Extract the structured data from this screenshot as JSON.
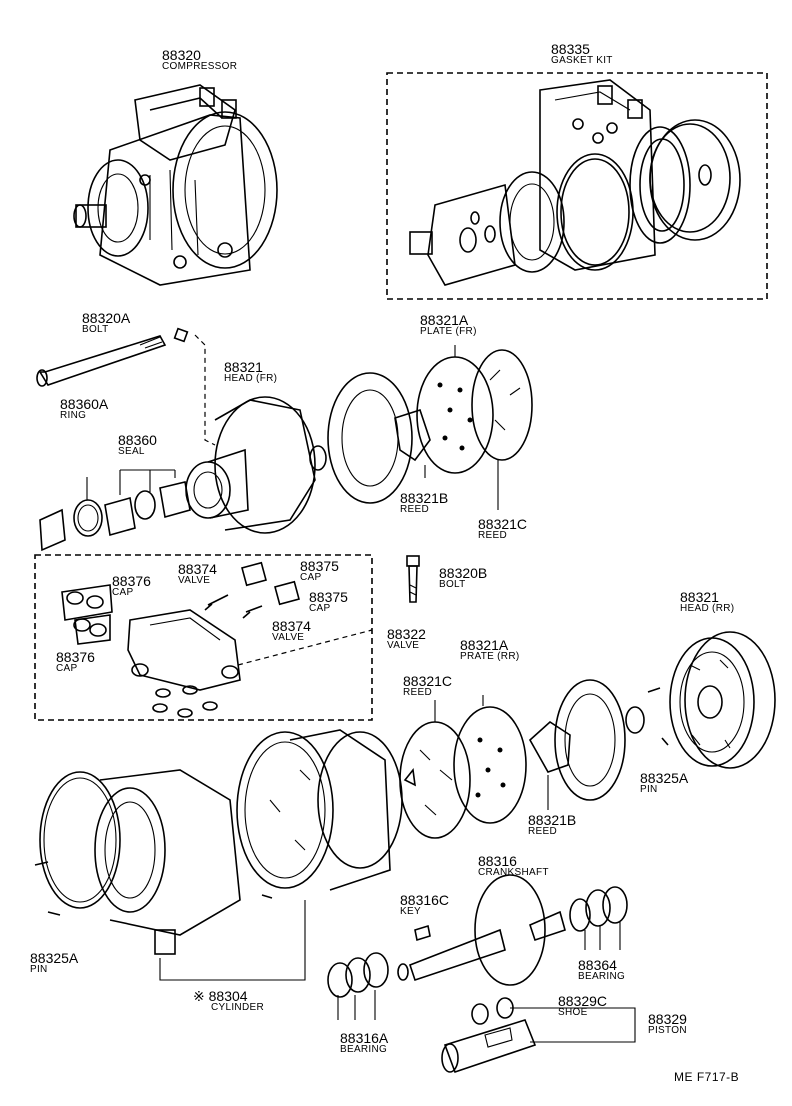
{
  "parts": [
    {
      "id": "p88320",
      "number": "88320",
      "name": "COMPRESSOR"
    },
    {
      "id": "p88335",
      "number": "88335",
      "name": "GASKET KIT"
    },
    {
      "id": "p88320a",
      "number": "88320A",
      "name": "BOLT"
    },
    {
      "id": "p88321a_fr",
      "number": "88321A",
      "name": "PLATE (FR)"
    },
    {
      "id": "p88321_fr",
      "number": "88321",
      "name": "HEAD (FR)"
    },
    {
      "id": "p88360a",
      "number": "88360A",
      "name": "RING"
    },
    {
      "id": "p88360",
      "number": "88360",
      "name": "SEAL"
    },
    {
      "id": "p88321b_top",
      "number": "88321B",
      "name": "REED"
    },
    {
      "id": "p88321c_top",
      "number": "88321C",
      "name": "REED"
    },
    {
      "id": "p88376_a",
      "number": "88376",
      "name": "CAP"
    },
    {
      "id": "p88374_a",
      "number": "88374",
      "name": "VALVE"
    },
    {
      "id": "p88375_a",
      "number": "88375",
      "name": "CAP"
    },
    {
      "id": "p88375_b",
      "number": "88375",
      "name": "CAP"
    },
    {
      "id": "p88374_b",
      "number": "88374",
      "name": "VALVE"
    },
    {
      "id": "p88376_b",
      "number": "88376",
      "name": "CAP"
    },
    {
      "id": "p88320b",
      "number": "88320B",
      "name": "BOLT"
    },
    {
      "id": "p88322",
      "number": "88322",
      "name": "VALVE"
    },
    {
      "id": "p88321_rr",
      "number": "88321",
      "name": "HEAD (RR)"
    },
    {
      "id": "p88321a_rr",
      "number": "88321A",
      "name": "PRATE (RR)"
    },
    {
      "id": "p88321c_mid",
      "number": "88321C",
      "name": "REED"
    },
    {
      "id": "p88325a_r",
      "number": "88325A",
      "name": "PIN"
    },
    {
      "id": "p88321b_mid",
      "number": "88321B",
      "name": "REED"
    },
    {
      "id": "p88316",
      "number": "88316",
      "name": "CRANKSHAFT"
    },
    {
      "id": "p88316c",
      "number": "88316C",
      "name": "KEY"
    },
    {
      "id": "p88325a_l",
      "number": "88325A",
      "name": "PIN"
    },
    {
      "id": "p88364",
      "number": "88364",
      "name": "BEARING"
    },
    {
      "id": "p88304",
      "number": "※ 88304",
      "name": "CYLINDER"
    },
    {
      "id": "p88329c",
      "number": "88329C",
      "name": "SHOE"
    },
    {
      "id": "p88329",
      "number": "88329",
      "name": "PISTON"
    },
    {
      "id": "p88316a",
      "number": "88316A",
      "name": "BEARING"
    }
  ],
  "footer": {
    "code": "ME  F717-B"
  }
}
